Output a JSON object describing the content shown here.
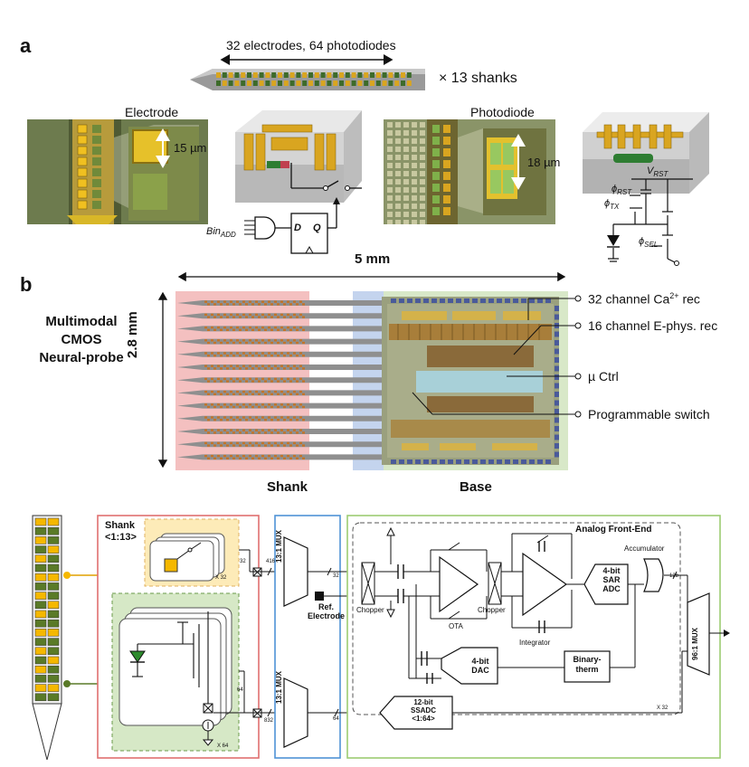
{
  "panel_a": {
    "letter": "a",
    "shank_caption": "32 electrodes, 64 photodiodes",
    "shank_count": "× 13 shanks",
    "electrode_title": "Electrode",
    "electrode_size": "15 µm",
    "photodiode_title": "Photodiode",
    "photodiode_size": "18 µm",
    "bin_label": "Bin",
    "bin_sub": "ADD",
    "ff_d": "D",
    "ff_q": "Q",
    "v_rst": "V",
    "v_rst_sub": "RST",
    "phi_rst": "ϕ",
    "phi_rst_sub": "RST",
    "phi_tx": "ϕ",
    "phi_tx_sub": "TX",
    "phi_sel": "ϕ",
    "phi_sel_sub": "SEL"
  },
  "panel_b": {
    "letter": "b",
    "title_lines": [
      "Multimodal",
      "CMOS",
      "Neural-probe"
    ],
    "width_label": "5 mm",
    "height_label": "2.8 mm",
    "shank_label": "Shank",
    "base_label": "Base",
    "callouts": [
      {
        "text": "32 channel Ca",
        "sup": "2+",
        "suffix": " rec"
      },
      {
        "text": "16 channel E-phys. rec",
        "sup": "",
        "suffix": ""
      },
      {
        "text": "µ Ctrl",
        "sup": "",
        "suffix": ""
      },
      {
        "text": "Programmable switch",
        "sup": "",
        "suffix": ""
      }
    ]
  },
  "panel_c": {
    "shank_box_title": "Shank",
    "shank_box_range": "<1:13>",
    "x32_a": "X 32",
    "x64": "X 64",
    "x32_b": "X 32",
    "bus_416": "416",
    "bus_32_in": "32",
    "bus_32_out": "32",
    "bus_64_in": "64",
    "bus_832": "832",
    "bus_64_out": "64",
    "bus_12b": "12b",
    "mux_top": "13:1 MUX",
    "mux_bottom": "13:1 MUX",
    "mux_out": "96:1 MUX",
    "ref_electrode": [
      "Ref.",
      "Electrode"
    ],
    "afe_title": "Analog Front-End",
    "chopper_1": "Chopper",
    "chopper_2": "Chopper",
    "ota": "OTA",
    "integrator": "Integrator",
    "accumulator": "Accumulator",
    "sar_adc": [
      "4-bit",
      "SAR",
      "ADC"
    ],
    "dac": [
      "4-bit",
      "DAC"
    ],
    "binary_therm": [
      "Binary-",
      "therm"
    ],
    "ssadc": [
      "12-bit",
      "SSADC",
      "<1:64>"
    ]
  },
  "colors": {
    "shank_pink": "#f4c0c0",
    "base_green": "#d8e8c8",
    "blue_strip": "#c4d4ee",
    "shank_box_border": "#e07070",
    "mux_box_border": "#4f93d6",
    "afe_box_border": "#9ccc72",
    "yellow_pixel": "#fdebb8",
    "green_pixel": "#d6e8c6",
    "gold": "#d9a520",
    "chip_green": "#2e7d32"
  }
}
